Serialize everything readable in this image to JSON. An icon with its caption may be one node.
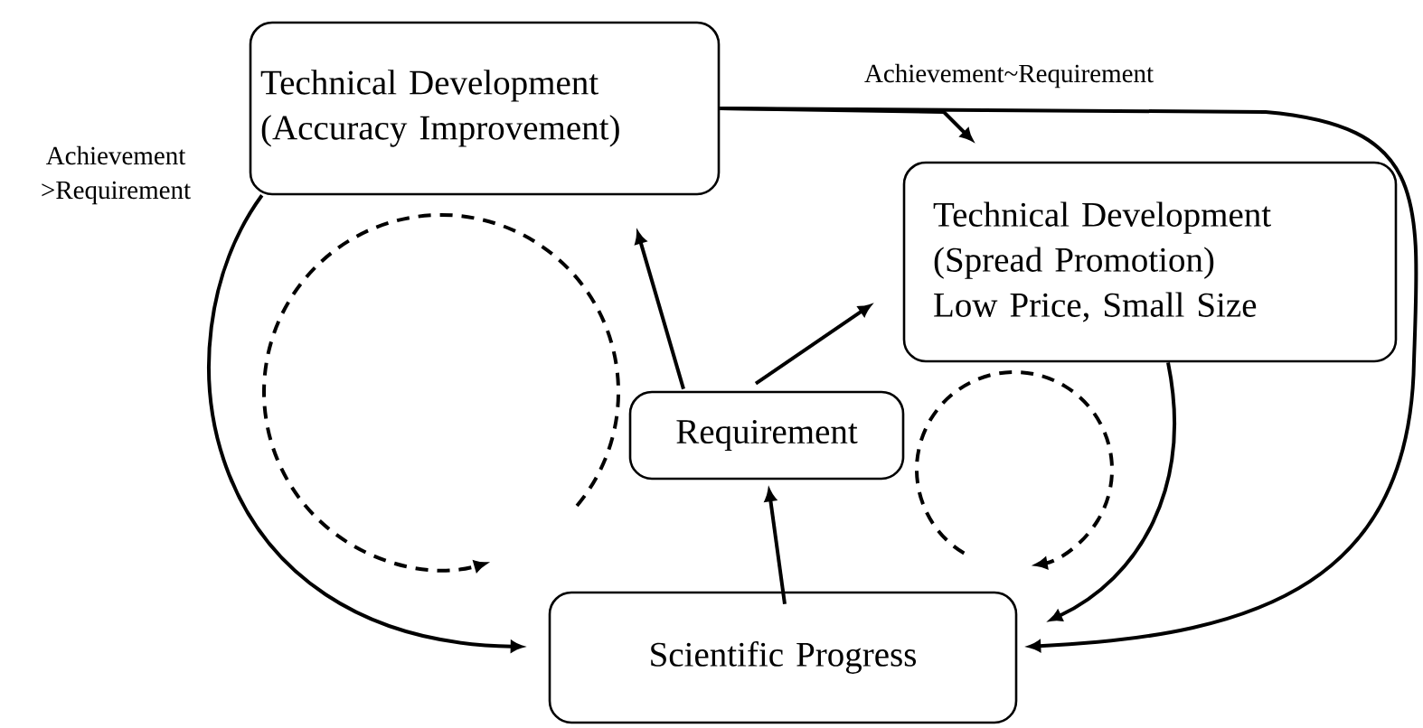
{
  "diagram": {
    "nodes": [
      {
        "text": [
          "Technical Development (Accuracy Improvement)"
        ]
      },
      {
        "text": [
          "Technical Development (Spread Promotion)",
          "Low Price, Small Size"
        ]
      },
      {
        "text": [
          "Requirement"
        ]
      },
      {
        "text": [
          "Scientific Progress"
        ]
      }
    ],
    "edges": [
      {
        "from": 2,
        "to": 0,
        "arrow": "to"
      },
      {
        "from": 2,
        "to": 1,
        "arrow": "to"
      },
      {
        "from": 3,
        "to": 2,
        "arrow": "to"
      },
      {
        "from": 0,
        "to": 3,
        "arrow": "to",
        "label": "Achievement >Requirement"
      },
      {
        "from": 0,
        "to": 1,
        "arrow": "to",
        "label": "Achievement~Requirement"
      },
      {
        "from": 0,
        "to": 3,
        "arrow": "to"
      },
      {
        "from": 1,
        "to": 3,
        "arrow": "to"
      }
    ]
  }
}
